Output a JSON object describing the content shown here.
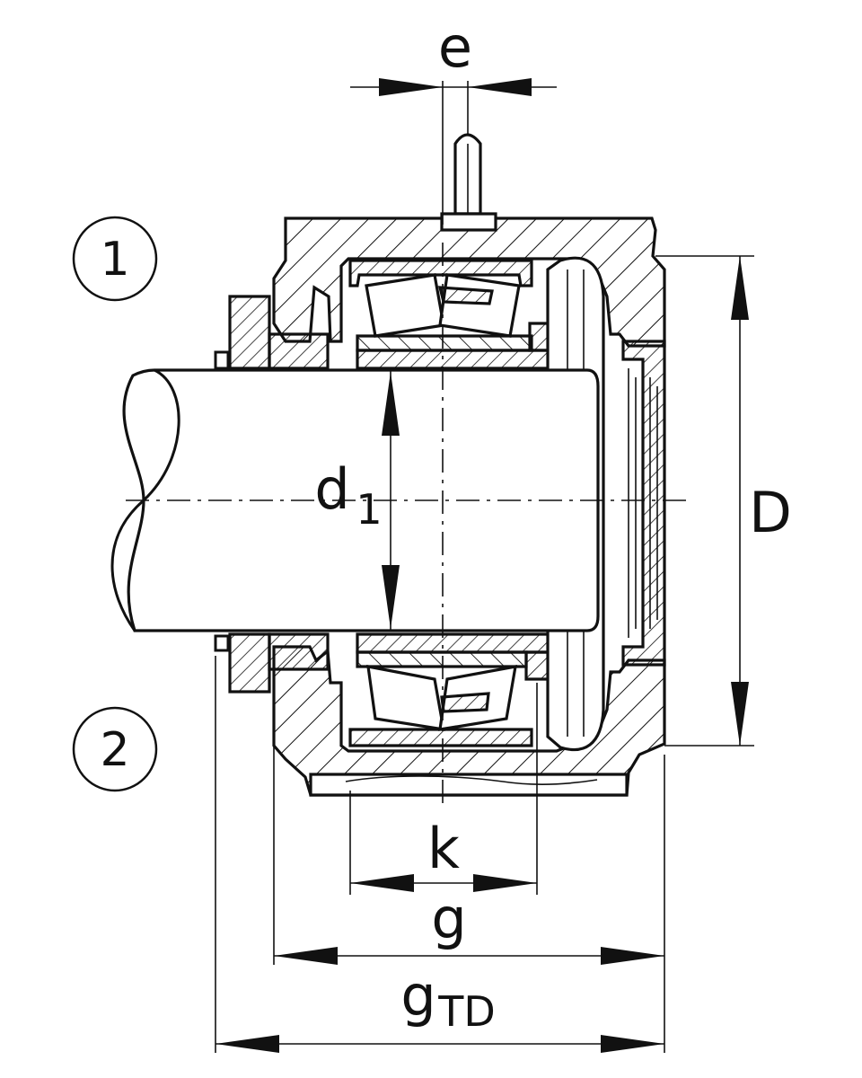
{
  "diagram": {
    "labels": {
      "e": "e",
      "d": "d",
      "d_sub": "1",
      "D": "D",
      "k": "k",
      "g": "g",
      "gtd": "g",
      "gtd_sub": "TD"
    },
    "callouts": [
      "1",
      "2"
    ],
    "colors": {
      "ink": "#111111",
      "paper": "#ffffff"
    }
  }
}
